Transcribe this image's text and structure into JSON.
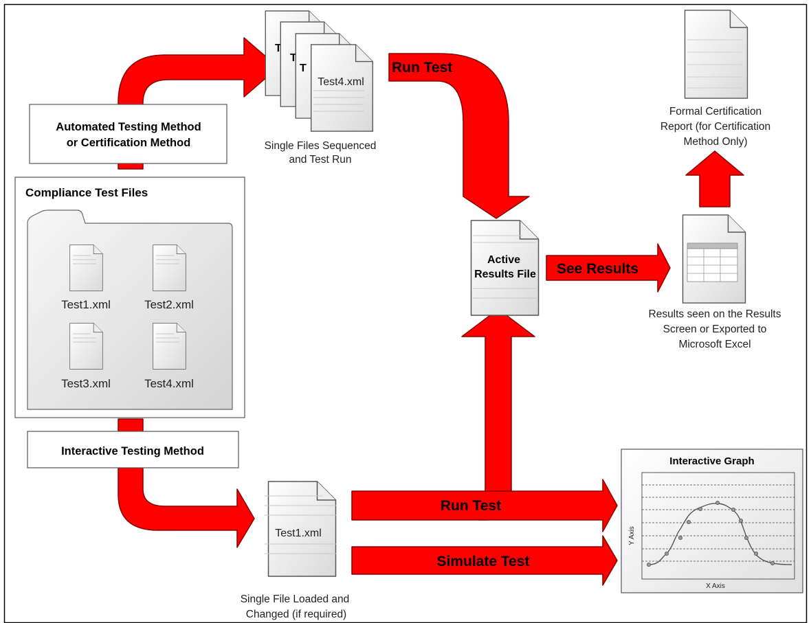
{
  "boxes": {
    "automated": {
      "line1": "Automated Testing Method",
      "line2": "or Certification Method"
    },
    "compliance_title": "Compliance Test Files",
    "interactive": "Interactive Testing Method"
  },
  "folder_files": [
    "Test1.xml",
    "Test2.xml",
    "Test3.xml",
    "Test4.xml"
  ],
  "stack_file_label": "Test4.xml",
  "stack_caption": {
    "line1": "Single Files Sequenced",
    "line2": "and Test Run"
  },
  "single_file_label": "Test1.xml",
  "single_caption": {
    "line1": "Single File Loaded and",
    "line2": "Changed (if required)"
  },
  "active_results": {
    "line1": "Active",
    "line2": "Results File"
  },
  "results_caption": {
    "line1": "Results seen on the Results",
    "line2": "Screen or Exported to",
    "line3": "Microsoft Excel"
  },
  "report_caption": {
    "line1": "Formal Certification",
    "line2": "Report (for Certification",
    "line3": "Method Only)"
  },
  "arrows": {
    "run_test_top": "Run Test",
    "see_results": "See Results",
    "run_test_bottom": "Run Test",
    "simulate_test": "Simulate Test"
  },
  "graph": {
    "title": "Interactive Graph",
    "ylabel": "Y Axis",
    "xlabel": "X Axis"
  },
  "colors": {
    "arrow": "#ff0000",
    "arrow_stroke": "#8b0000",
    "border": "#000000"
  }
}
